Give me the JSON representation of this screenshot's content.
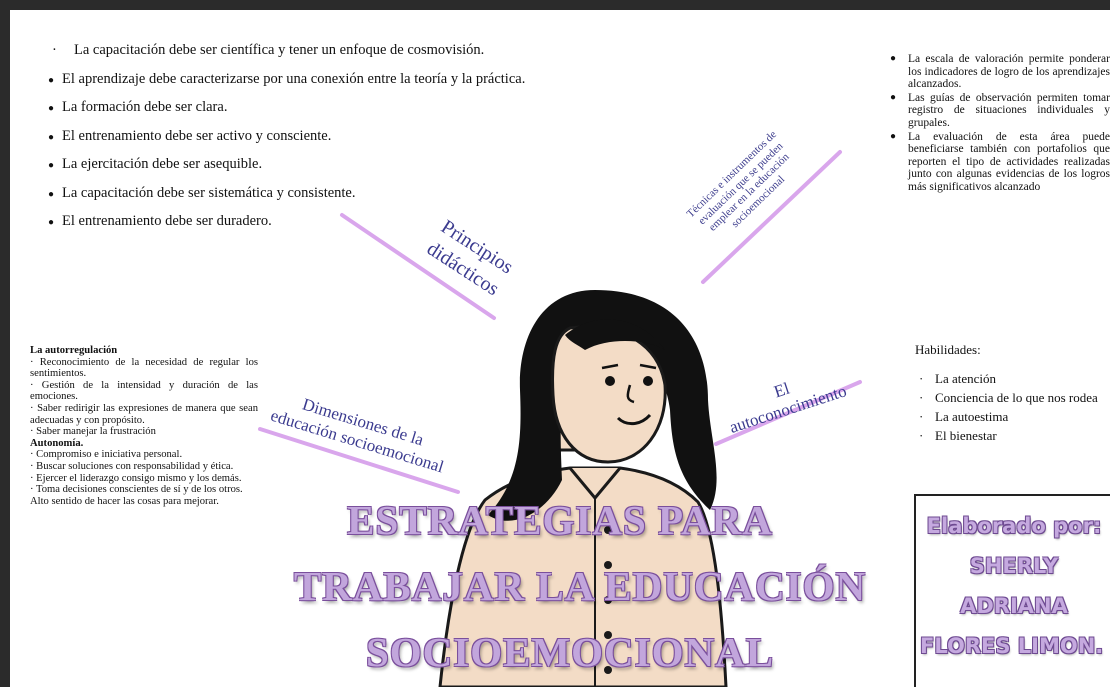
{
  "principios": {
    "items": [
      {
        "bullet": "·",
        "text": "La capacitación debe ser científica y tener un enfoque de cosmovisión."
      },
      {
        "bullet": "●",
        "text": "El aprendizaje debe caracterizarse por una conexión entre la teoría y la práctica."
      },
      {
        "bullet": "●",
        "text": "La formación debe ser clara."
      },
      {
        "bullet": "●",
        "text": "El entrenamiento  debe ser activo y consciente."
      },
      {
        "bullet": "●",
        "text": "La ejercitación debe ser asequible."
      },
      {
        "bullet": "●",
        "text": "La capacitación debe ser sistemática y consistente."
      },
      {
        "bullet": "●",
        "text": "El entrenamiento  debe ser duradero."
      }
    ]
  },
  "evaluacion": {
    "bullet": "●",
    "items": [
      "La escala de valoración permite ponderar los indicadores de logro de los aprendizajes alcanzados.",
      "Las guías de observación permiten tomar registro de situaciones individuales y grupales.",
      "La evaluación de esta área puede beneficiarse también con portafolios que reporten el tipo de actividades realizadas junto con algunas evidencias de los logros más significativos alcanzado"
    ]
  },
  "labels": {
    "principios_l1": "Principios",
    "principios_l2": "didácticos",
    "tecnicas_l1": "Técnicas e instrumentos de",
    "tecnicas_l2": "evaluación que se pueden",
    "tecnicas_l3": "emplear en la educación",
    "tecnicas_l4": "socioemocional",
    "dimensiones_l1": "Dimensiones de la",
    "dimensiones_l2": "educación socioemocional",
    "auto_l1": "El",
    "auto_l2": "autoconocimiento"
  },
  "dimensiones": {
    "autorregulacion_title": "La autorregulación",
    "autorregulacion_items": [
      "· Reconocimiento de la necesidad de regular los sentimientos.",
      "· Gestión de la intensidad y duración de las emociones.",
      "· Saber redirigir las expresiones de manera que sean adecuadas y con propósito.",
      "· Saber manejar la frustración"
    ],
    "autonomia_title": "Autonomía.",
    "autonomia_items": [
      "· Compromiso e iniciativa personal.",
      "· Buscar soluciones con responsabilidad y ética.",
      "· Ejercer el liderazgo consigo mismo y los demás.",
      "· Toma decisiones conscientes de sí y de los otros.",
      "Alto sentido de hacer las cosas para mejorar."
    ]
  },
  "habilidades": {
    "title": "Habilidades:",
    "bullet": "·",
    "items": [
      "La atención",
      "Conciencia de lo que nos rodea",
      "La autoestima",
      "El bienestar"
    ]
  },
  "title": {
    "line1": "ESTRATEGIAS PARA",
    "line2": "TRABAJAR LA EDUCACIÓN",
    "line3": "SOCIOEMOCIONAL"
  },
  "credits": {
    "line1": "Elaborado por:",
    "line2": "SHERLY",
    "line3": "ADRIANA",
    "line4": "FLORES LIMON."
  },
  "colors": {
    "connector": "#d9a6ec",
    "label_text": "#3b3b8f",
    "title_fill": "#c2a6dc",
    "title_outline": "#7a4f9c"
  }
}
